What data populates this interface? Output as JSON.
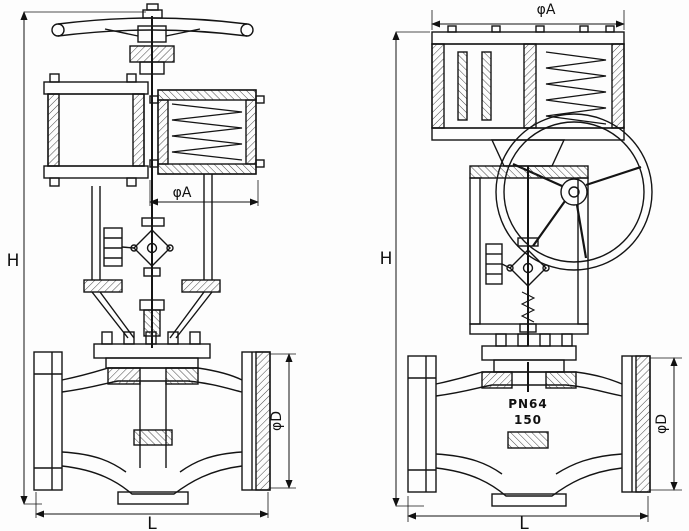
{
  "left_view": {
    "dim_H": "H",
    "dim_phiA": "φA",
    "dim_phiD": "φD",
    "dim_L": "L"
  },
  "right_view": {
    "dim_phiA": "φA",
    "dim_H": "H",
    "dim_phiD": "φD",
    "dim_L": "L",
    "body_marking_1": "PN64",
    "body_marking_2": "150"
  }
}
